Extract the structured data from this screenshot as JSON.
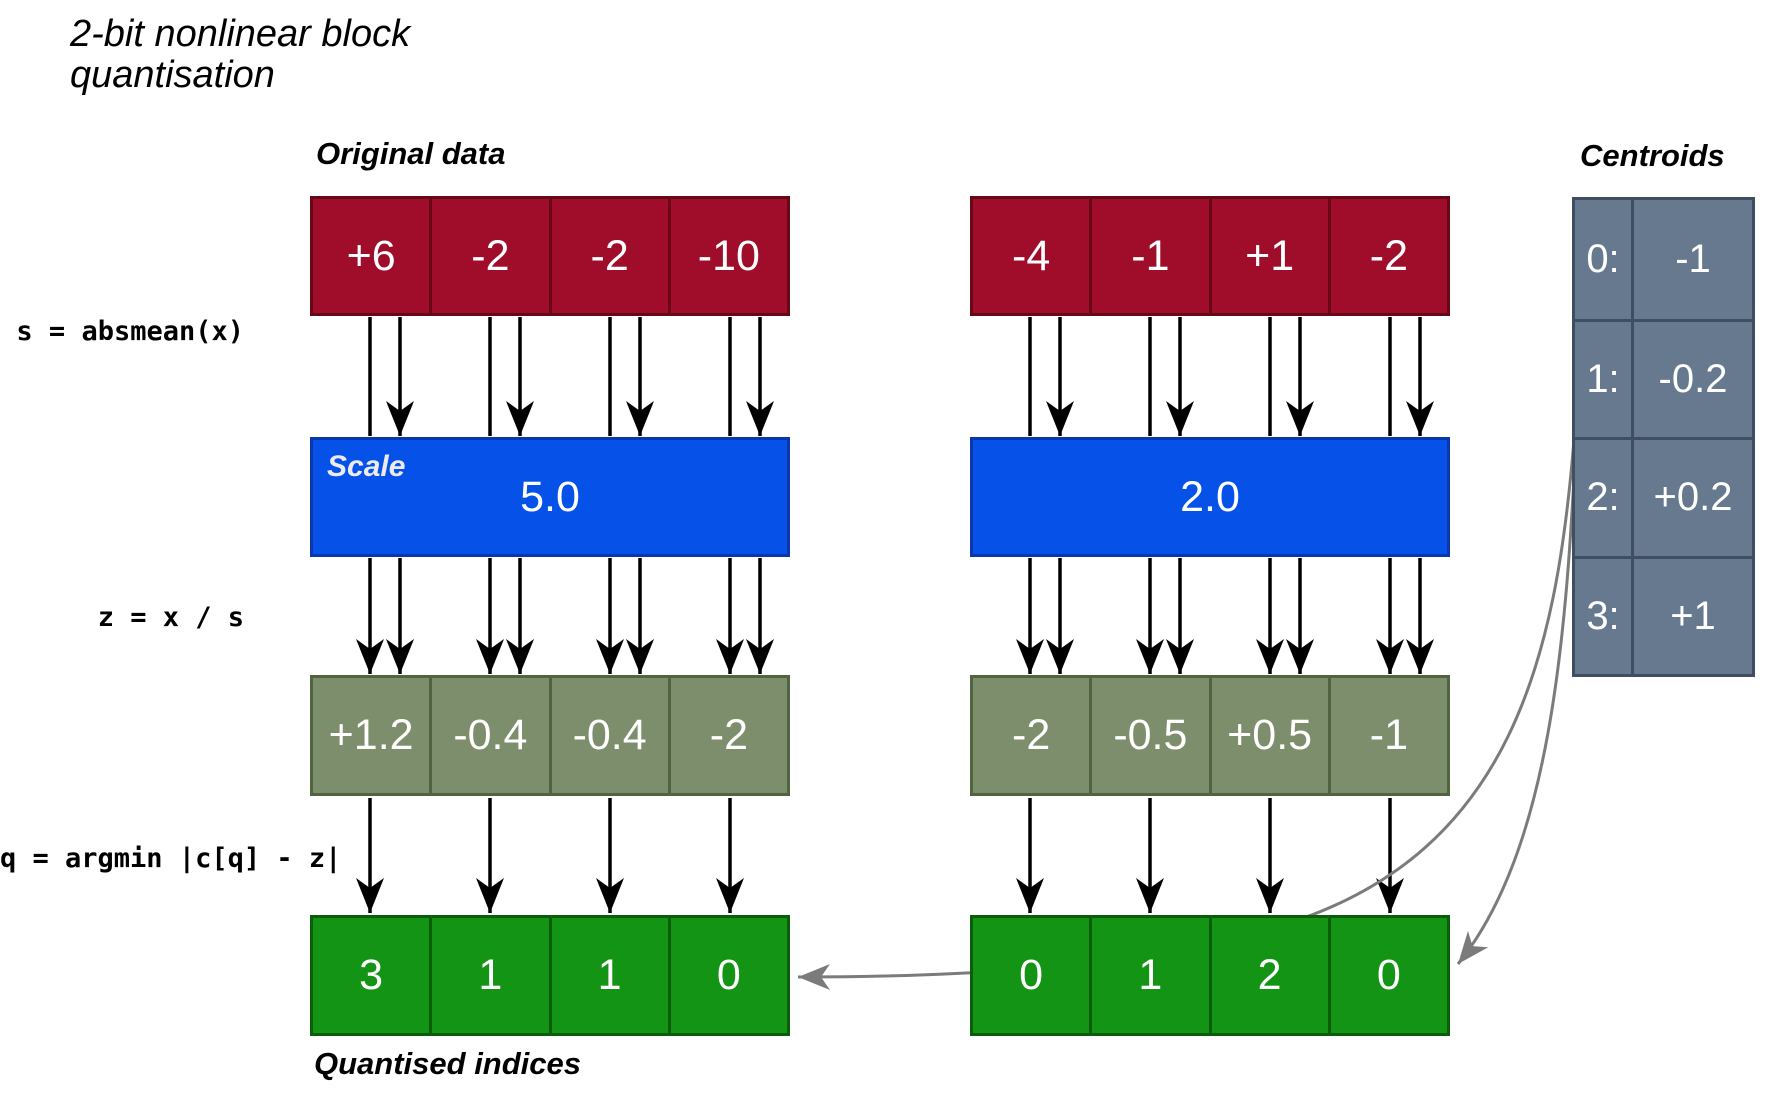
{
  "title": {
    "line1": "2-bit nonlinear block",
    "line2": "quantisation"
  },
  "labels": {
    "original_data": "Original data",
    "centroids": "Centroids",
    "quantised_indices": "Quantised indices",
    "scale_tag": "Scale"
  },
  "formulas": {
    "scale": "s = absmean(x)",
    "normalise": "z = x / s",
    "quantise": "q = argmin |c[q] - z|"
  },
  "groups": [
    {
      "original": [
        "+6",
        "-2",
        "-2",
        "-10"
      ],
      "scale": "5.0",
      "normalised": [
        "+1.2",
        "-0.4",
        "-0.4",
        "-2"
      ],
      "indices": [
        "3",
        "1",
        "1",
        "0"
      ]
    },
    {
      "original": [
        "-4",
        "-1",
        "+1",
        "-2"
      ],
      "scale": "2.0",
      "normalised": [
        "-2",
        "-0.5",
        "+0.5",
        "-1"
      ],
      "indices": [
        "0",
        "1",
        "2",
        "0"
      ]
    }
  ],
  "centroids": [
    {
      "index": "0:",
      "value": "-1"
    },
    {
      "index": "1:",
      "value": "-0.2"
    },
    {
      "index": "2:",
      "value": "+0.2"
    },
    {
      "index": "3:",
      "value": "+1"
    }
  ],
  "colors": {
    "original_fill": "#A00D2B",
    "original_border": "#6A0717",
    "scale_fill": "#0652E9",
    "scale_border": "#0A36AE",
    "normalised_fill": "#7C8E6B",
    "normalised_border": "#51643F",
    "indices_fill": "#149414",
    "indices_border": "#0A5E0A",
    "centroid_fill": "#67798E",
    "centroid_border": "#3F4E62",
    "black_arrow": "#000000",
    "gray_arrow": "#7B7B7B"
  }
}
